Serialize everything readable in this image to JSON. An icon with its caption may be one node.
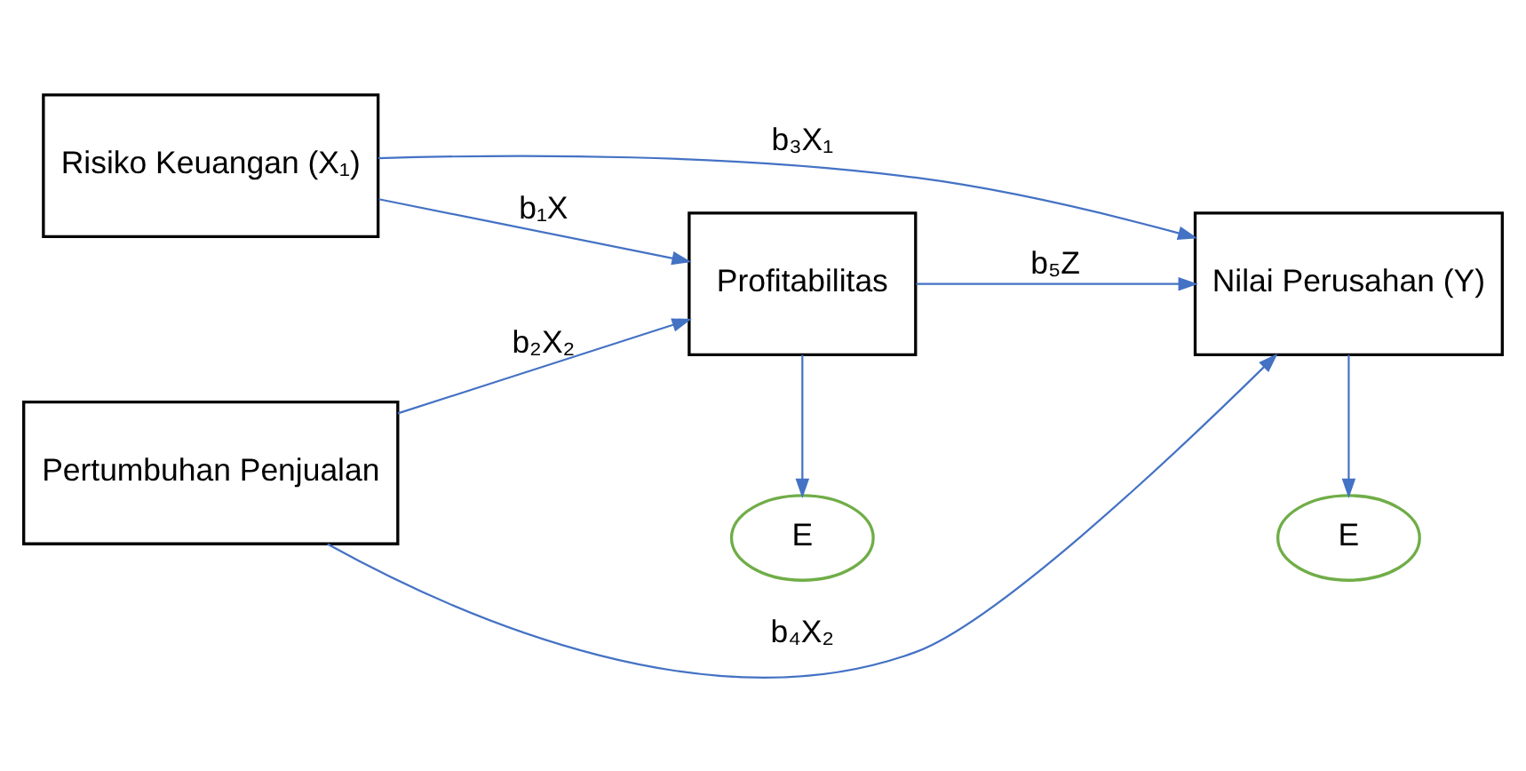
{
  "diagram": {
    "nodes": [
      {
        "text": [
          "E"
        ]
      },
      {
        "text": [
          "Risiko Keuangan (X₁)"
        ]
      },
      {
        "text": [
          "E"
        ]
      },
      {
        "text": [
          "Profitabilitas"
        ]
      },
      {
        "text": [
          "Nilai Perusahan (Y)"
        ]
      },
      {
        "text": [
          "Pertumbuhan Penjualan"
        ]
      }
    ],
    "edges": [
      {
        "from": 1,
        "to": 4,
        "arrow": "to",
        "label": "b₃X₁"
      },
      {
        "from": 1,
        "to": 3,
        "arrow": "to",
        "label": "b₁X"
      },
      {
        "from": 3,
        "to": 2,
        "arrow": "to"
      },
      {
        "from": 3,
        "to": 4,
        "arrow": "to",
        "label": "b₅Z"
      },
      {
        "from": 4,
        "to": 0,
        "arrow": "to"
      },
      {
        "from": 5,
        "to": 3,
        "arrow": "to",
        "label": "b₂X₂"
      },
      {
        "from": 5,
        "to": 4,
        "arrow": "to",
        "label": "b₄X₂"
      }
    ]
  }
}
